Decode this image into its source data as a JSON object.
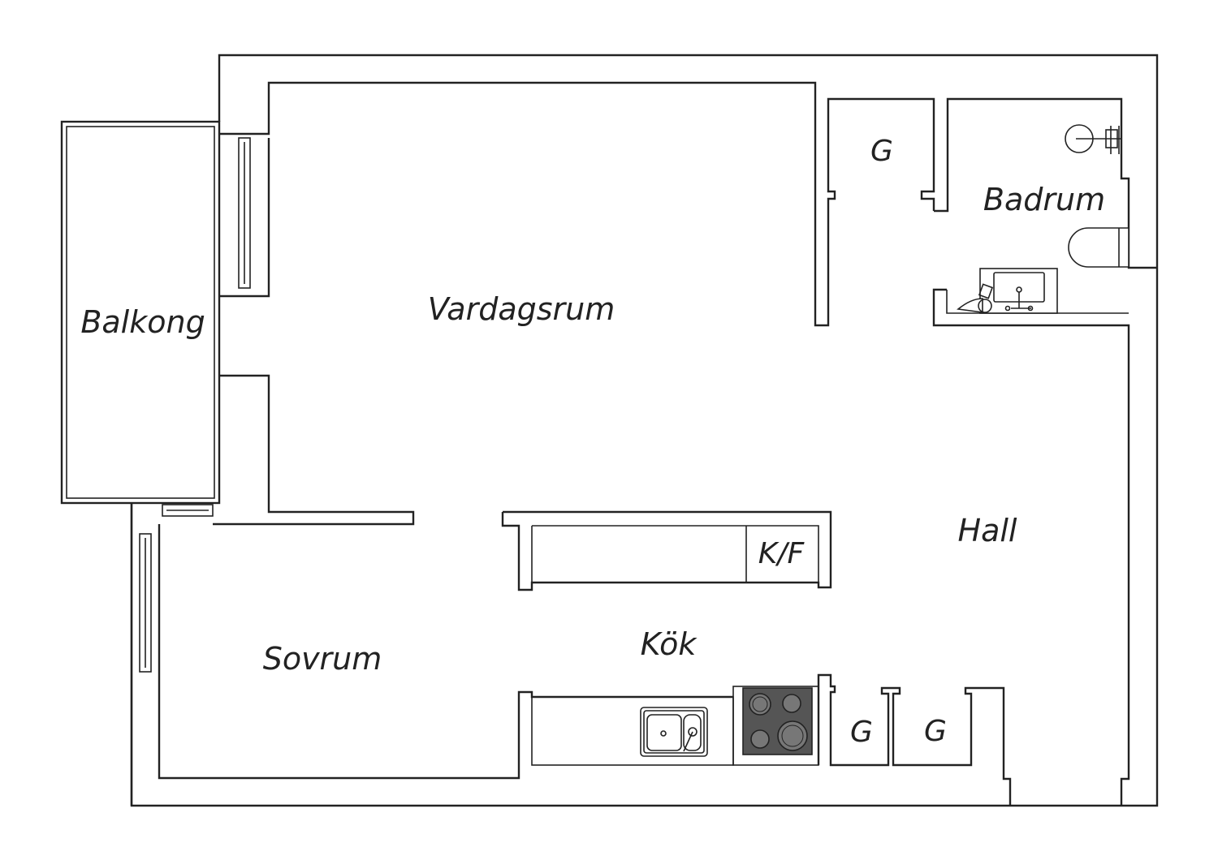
{
  "rooms": {
    "vardagsrum": "Vardagsrum",
    "balkong": "Balkong",
    "badrum": "Badrum",
    "hall": "Hall",
    "sovrum": "Sovrum",
    "kok": "Kök",
    "kf": "K/F",
    "garderob_top": "G",
    "garderob_kitchen_1": "G",
    "garderob_kitchen_2": "G"
  },
  "colors": {
    "line": "#222222",
    "background": "#ffffff",
    "stove": "#555555",
    "burner": "#777777"
  }
}
